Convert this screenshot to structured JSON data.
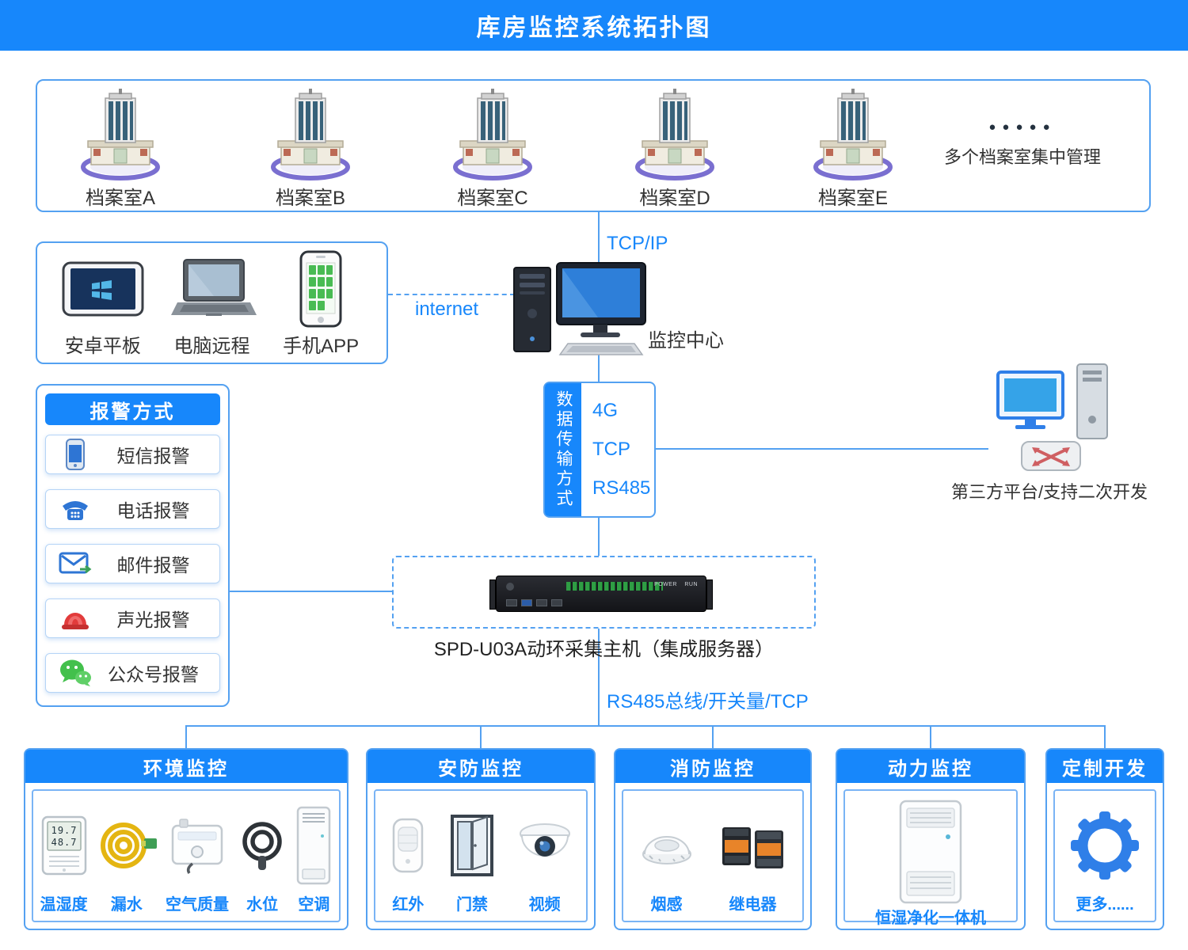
{
  "title": "库房监控系统拓扑图",
  "archive": {
    "rooms": [
      {
        "label": "档案室A"
      },
      {
        "label": "档案室B"
      },
      {
        "label": "档案室C"
      },
      {
        "label": "档案室D"
      },
      {
        "label": "档案室E"
      }
    ],
    "dots": "●●●●●",
    "note": "多个档案室集中管理"
  },
  "clients": {
    "items": [
      {
        "label": "安卓平板",
        "icon": "tablet-icon"
      },
      {
        "label": "电脑远程",
        "icon": "laptop-icon"
      },
      {
        "label": "手机APP",
        "icon": "smartphone-icon"
      }
    ]
  },
  "monitor_center": {
    "label": "监控中心"
  },
  "connections": {
    "tcp_ip": "TCP/IP",
    "internet": "internet",
    "rs485_bus": "RS485总线/开关量/TCP"
  },
  "transmission": {
    "vertical_label": "数据传输方式",
    "options": [
      "4G",
      "TCP",
      "RS485"
    ]
  },
  "third_party": {
    "label": "第三方平台/支持二次开发"
  },
  "alarm": {
    "title": "报警方式",
    "items": [
      {
        "label": "短信报警",
        "icon": "sms-phone-icon"
      },
      {
        "label": "电话报警",
        "icon": "telephone-icon"
      },
      {
        "label": "邮件报警",
        "icon": "mail-icon"
      },
      {
        "label": "声光报警",
        "icon": "siren-icon"
      },
      {
        "label": "公众号报警",
        "icon": "wechat-icon"
      }
    ]
  },
  "server": {
    "label": "SPD-U03A动环采集主机（集成服务器）",
    "leds": [
      "POWER",
      "RUN"
    ]
  },
  "sensor_display": {
    "temperature": "19.7",
    "humidity": "48.7"
  },
  "groups": [
    {
      "title": "环境监控",
      "items": [
        {
          "label": "温湿度",
          "icon": "thermo-hygrometer-icon"
        },
        {
          "label": "漏水",
          "icon": "leak-cable-icon"
        },
        {
          "label": "空气质量",
          "icon": "air-quality-sensor-icon"
        },
        {
          "label": "水位",
          "icon": "water-level-probe-icon"
        },
        {
          "label": "空调",
          "icon": "air-conditioner-icon"
        }
      ]
    },
    {
      "title": "安防监控",
      "items": [
        {
          "label": "红外",
          "icon": "pir-sensor-icon"
        },
        {
          "label": "门禁",
          "icon": "door-access-icon"
        },
        {
          "label": "视频",
          "icon": "dome-camera-icon"
        }
      ]
    },
    {
      "title": "消防监控",
      "items": [
        {
          "label": "烟感",
          "icon": "smoke-detector-icon"
        },
        {
          "label": "继电器",
          "icon": "relay-icon"
        }
      ]
    },
    {
      "title": "动力监控",
      "items": [
        {
          "label": "恒湿净化一体机",
          "icon": "dehumidifier-purifier-icon"
        }
      ]
    },
    {
      "title": "定制开发",
      "items": [
        {
          "label": "更多......",
          "icon": "gear-icon"
        }
      ]
    }
  ],
  "colors": {
    "primary_blue": "#1787fb",
    "line_blue": "#54a1f1",
    "label_blue": "#1787fb",
    "text_dark": "#333333"
  }
}
